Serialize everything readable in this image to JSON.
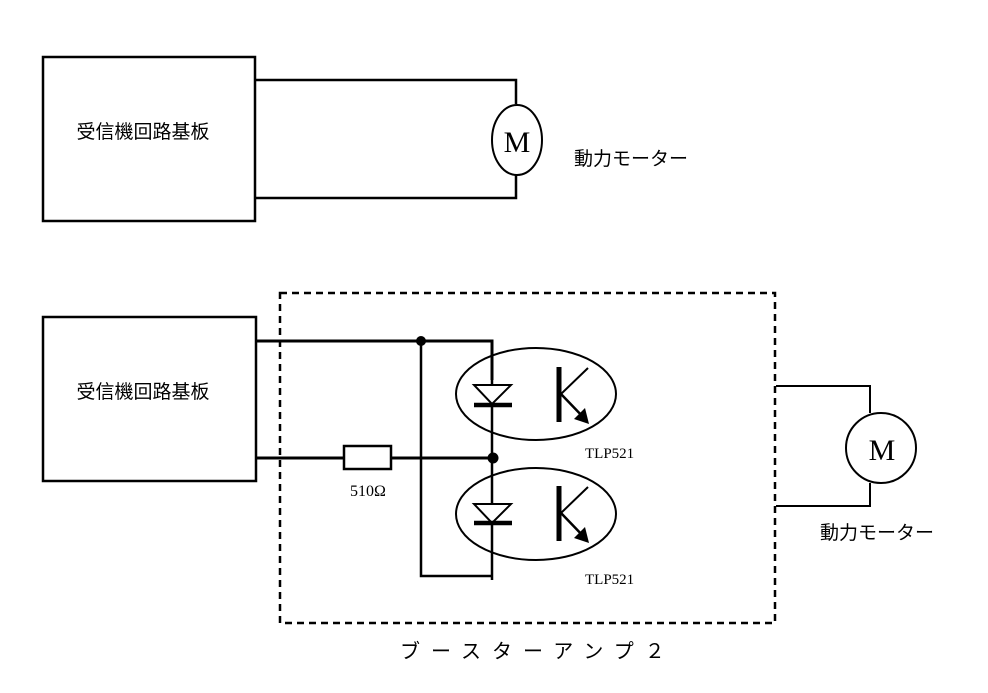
{
  "diagram": {
    "top_circuit": {
      "board_label": "受信機回路基板",
      "motor_symbol": "M",
      "motor_label": "動力モーター"
    },
    "bottom_circuit": {
      "board_label": "受信機回路基板",
      "amplifier_title": "ブースターアンプ２",
      "resistor_label": "510Ω",
      "optocouplers": [
        {
          "part": "TLP521"
        },
        {
          "part": "TLP521"
        }
      ],
      "motor_symbol": "M",
      "motor_label": "動力モーター"
    },
    "colors": {
      "line": "#000000",
      "background": "#ffffff"
    }
  }
}
